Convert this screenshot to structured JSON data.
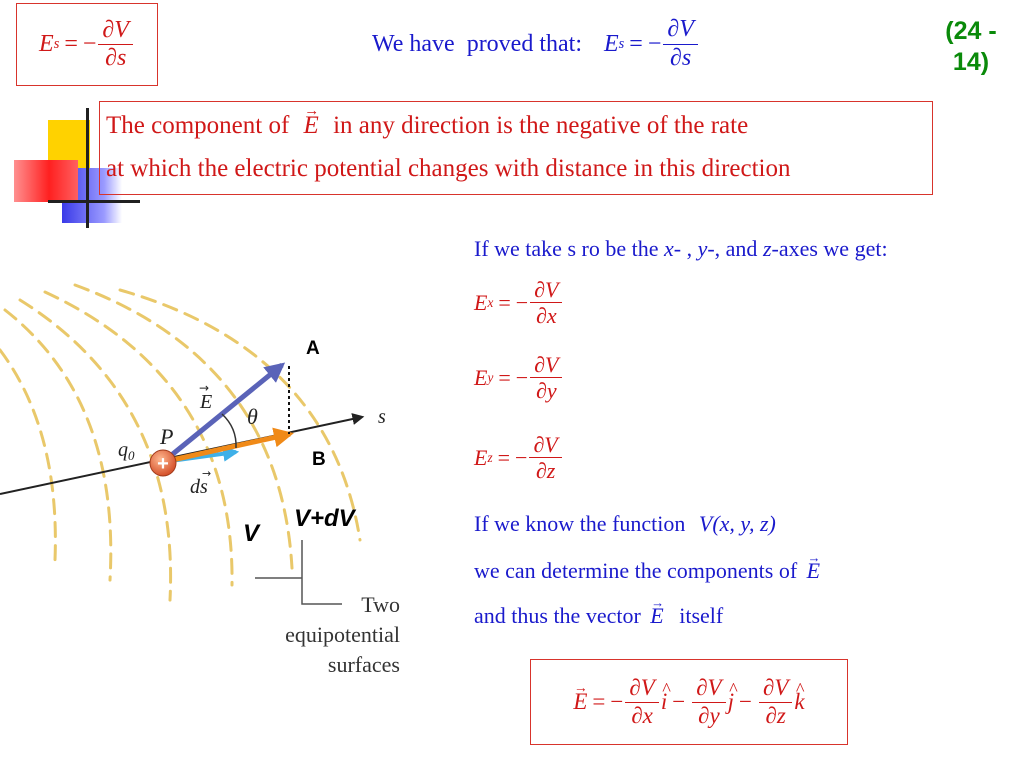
{
  "slide": {
    "number": "(24 - 14)",
    "top_left_formula": {
      "lhs": "E",
      "lhs_sub": "s",
      "num": "∂V",
      "den": "∂s"
    },
    "intro": {
      "text": "We have  proved that:",
      "lhs": "E",
      "lhs_sub": "s",
      "num": "∂V",
      "den": "∂s"
    },
    "statement": {
      "part1": "The component of",
      "vec": "E",
      "part2": "in any direction is the negative of the rate",
      "line2": "at which the electric potential changes with distance in this direction"
    },
    "axes_text": {
      "p1": "If we take s ro be the",
      "x": "x",
      "p2": "- ,",
      "y": "y",
      "p3": "-, and",
      "z": "z",
      "p4": "-axes we get:"
    },
    "components": [
      {
        "lhs": "E",
        "sub": "x",
        "num": "∂V",
        "den": "∂x"
      },
      {
        "lhs": "E",
        "sub": "y",
        "num": "∂V",
        "den": "∂y"
      },
      {
        "lhs": "E",
        "sub": "z",
        "num": "∂V",
        "den": "∂z"
      }
    ],
    "know": {
      "text": "If we know the function",
      "func": "V",
      "args": "(x, y, z)"
    },
    "determine": {
      "text": "we can determine the components of",
      "vec": "E"
    },
    "thus": {
      "text": "and thus the vector",
      "vec": "E",
      "end": "itself"
    },
    "final": {
      "lhs": "E",
      "num": "∂V",
      "den1": "∂x",
      "den2": "∂y",
      "den3": "∂z",
      "i": "i",
      "j": "j",
      "k": "k"
    },
    "figure": {
      "label_A": "A",
      "label_B": "B",
      "label_V": "V",
      "label_VdV": "V+dV",
      "label_P": "P",
      "label_q0": "q",
      "label_q0_sub": "0",
      "label_plus": "+",
      "label_E": "E",
      "label_theta": "θ",
      "label_ds": "ds",
      "label_s": "s",
      "caption": [
        "Two",
        "equipotential",
        "surfaces"
      ]
    }
  }
}
